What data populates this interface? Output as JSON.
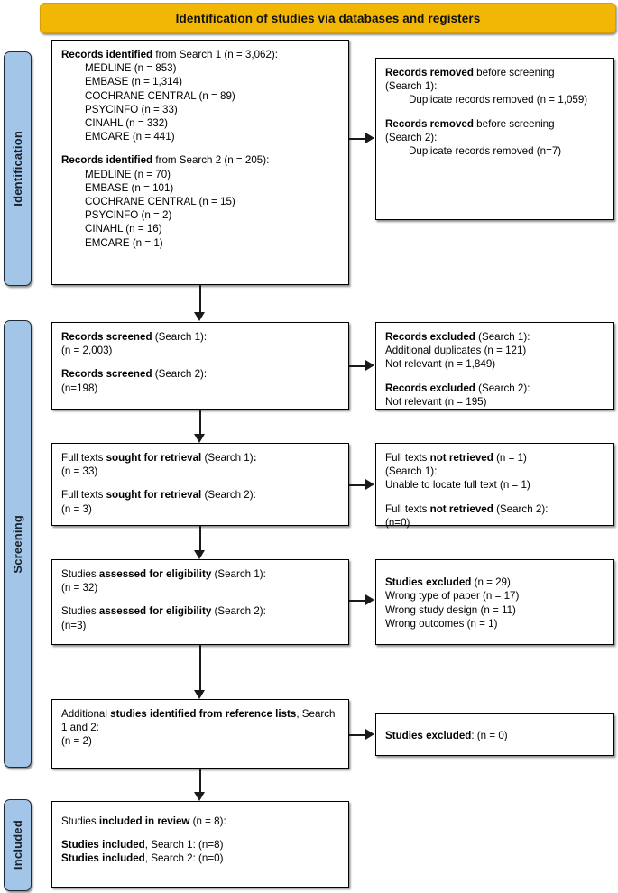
{
  "banner": {
    "title": "Identification of studies via databases and registers"
  },
  "phases": [
    {
      "name": "identification",
      "label": "Identification"
    },
    {
      "name": "screening",
      "label": "Screening"
    },
    {
      "name": "included",
      "label": "Included"
    }
  ],
  "colors": {
    "banner_fill": "#F2B705",
    "phase_fill": "#A3C6E8",
    "box_border": "#000000",
    "line": "#1A1A1A",
    "text": "#000000"
  },
  "boxes": {
    "identified": {
      "search1_heading_bold": "Records identified",
      "search1_heading_rest": " from Search 1 (n = 3,062):",
      "search1_sources": [
        "MEDLINE (n = 853)",
        "EMBASE (n = 1,314)",
        "COCHRANE CENTRAL (n = 89)",
        "PSYCINFO (n = 33)",
        "CINAHL (n = 332)",
        "EMCARE (n = 441)"
      ],
      "search2_heading_bold": "Records identified",
      "search2_heading_rest": " from Search 2 (n = 205):",
      "search2_sources": [
        "MEDLINE (n = 70)",
        "EMBASE (n = 101)",
        "COCHRANE CENTRAL (n = 15)",
        "PSYCINFO (n = 2)",
        "CINAHL (n = 16)",
        "EMCARE (n = 1)"
      ]
    },
    "removed": {
      "s1_bold": "Records removed",
      "s1_rest": " before screening",
      "s1_line2": "(Search 1):",
      "s1_detail": "Duplicate records removed (n = 1,059)",
      "s2_bold": "Records removed",
      "s2_rest": " before screening",
      "s2_line2": "(Search 2):",
      "s2_detail": "Duplicate records removed (n=7)"
    },
    "screened": {
      "s1_bold": "Records screened",
      "s1_rest": " (Search 1):",
      "s1_count": "(n = 2,003)",
      "s2_bold": "Records screened",
      "s2_rest": " (Search 2):",
      "s2_count": "(n=198)"
    },
    "excluded_screening": {
      "s1_bold": "Records excluded",
      "s1_rest": " (Search 1):",
      "s1_reasons": [
        "Additional duplicates (n = 121)",
        "Not relevant (n = 1,849)"
      ],
      "s2_bold": "Records excluded",
      "s2_rest": " (Search 2):",
      "s2_reasons": [
        "Not relevant (n = 195)"
      ]
    },
    "sought": {
      "s1_pre": "Full texts ",
      "s1_bold": "sought for retrieval",
      "s1_rest": " (Search 1)",
      "s1_colon": ":",
      "s1_count": "(n = 33)",
      "s2_pre": "Full texts ",
      "s2_bold": "sought for retrieval",
      "s2_rest": " (Search 2):",
      "s2_count": "(n = 3)"
    },
    "not_retrieved": {
      "s1_pre": "Full texts ",
      "s1_bold": "not retrieved",
      "s1_rest": " (n = 1)",
      "s1_line2": "(Search 1):",
      "s1_line3": "Unable to locate full text (n = 1)",
      "s2_pre": "Full texts ",
      "s2_bold": "not retrieved",
      "s2_rest": " (Search 2):",
      "s2_count": "(n=0)"
    },
    "assessed": {
      "s1_pre": "Studies ",
      "s1_bold": "assessed for eligibility",
      "s1_rest": " (Search 1):",
      "s1_count": "(n = 32)",
      "s2_pre": "Studies ",
      "s2_bold": "assessed for eligibility",
      "s2_rest": " (Search 2):",
      "s2_count": "(n=3)"
    },
    "excluded_eligibility": {
      "heading_bold": "Studies excluded",
      "heading_rest": " (n = 29):",
      "reasons": [
        "Wrong type of paper (n = 17)",
        "Wrong study design (n = 11)",
        "Wrong outcomes (n = 1)"
      ]
    },
    "additional": {
      "pre": "Additional ",
      "bold": "studies identified from reference lists",
      "rest": ", Search 1 and 2:",
      "count": "(n = 2)"
    },
    "excluded_additional": {
      "bold": "Studies excluded",
      "rest": ": (n = 0)"
    },
    "included": {
      "pre": "Studies ",
      "bold": "included in review",
      "rest": " (n = 8):",
      "s1_bold": "Studies included",
      "s1_rest": ", Search 1: (n=8)",
      "s2_bold": "Studies included",
      "s2_rest": ", Search 2: (n=0)"
    }
  }
}
